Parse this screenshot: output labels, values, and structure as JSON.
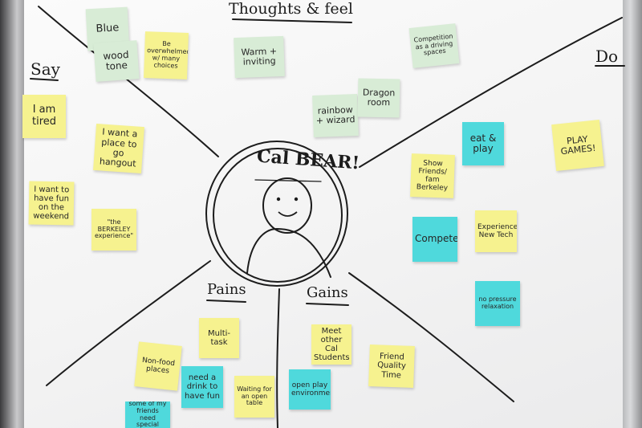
{
  "board": {
    "colors": {
      "ink": "#1c1c1c",
      "board": "#f6f6f6",
      "frame": "#a2a2a4",
      "yellow": "#f6f28f",
      "mint": "#d8ecd6",
      "cyan": "#4fd9dc"
    },
    "headers": {
      "thoughts": "Thoughts & feel",
      "say": "Say",
      "do": "Do",
      "pains": "Pains",
      "gains": "Gains"
    },
    "persona": {
      "name": "Cal BEAR!"
    },
    "notes": {
      "blue": "Blue",
      "wood_tone": "wood tone",
      "overwhelmed": "Be overwhelmed w/ many choices",
      "warm_inviting": "Warm + inviting",
      "competition": "Competition as a driving spaces",
      "rainbow_wizard": "rainbow + wizard",
      "dragon_room": "Dragon room",
      "i_am_tired": "I am tired",
      "place_to_hangout": "I want a place to go hangout",
      "fun_weekend": "I want to have fun on the weekend",
      "berkeley_experience": "\"the BERKELEY experience\"",
      "eat_play": "eat & play",
      "play_games": "PLAY GAMES!",
      "show_friends": "Show Friends/ fam Berkeley",
      "compete": "Compete",
      "experience_new_tech": "Experience New Tech",
      "no_pressure": "no pressure relaxation",
      "multi_task": "Multi-task",
      "non_food_places": "Non-food places",
      "need_drink": "need a drink to have fun",
      "waiting_table": "Waiting for an open table",
      "open_play": "open play environment",
      "meet_cal_students": "Meet other Cal Students",
      "friend_quality_time": "Friend Quality Time",
      "friends_need_special": "some of my friends need special"
    }
  }
}
